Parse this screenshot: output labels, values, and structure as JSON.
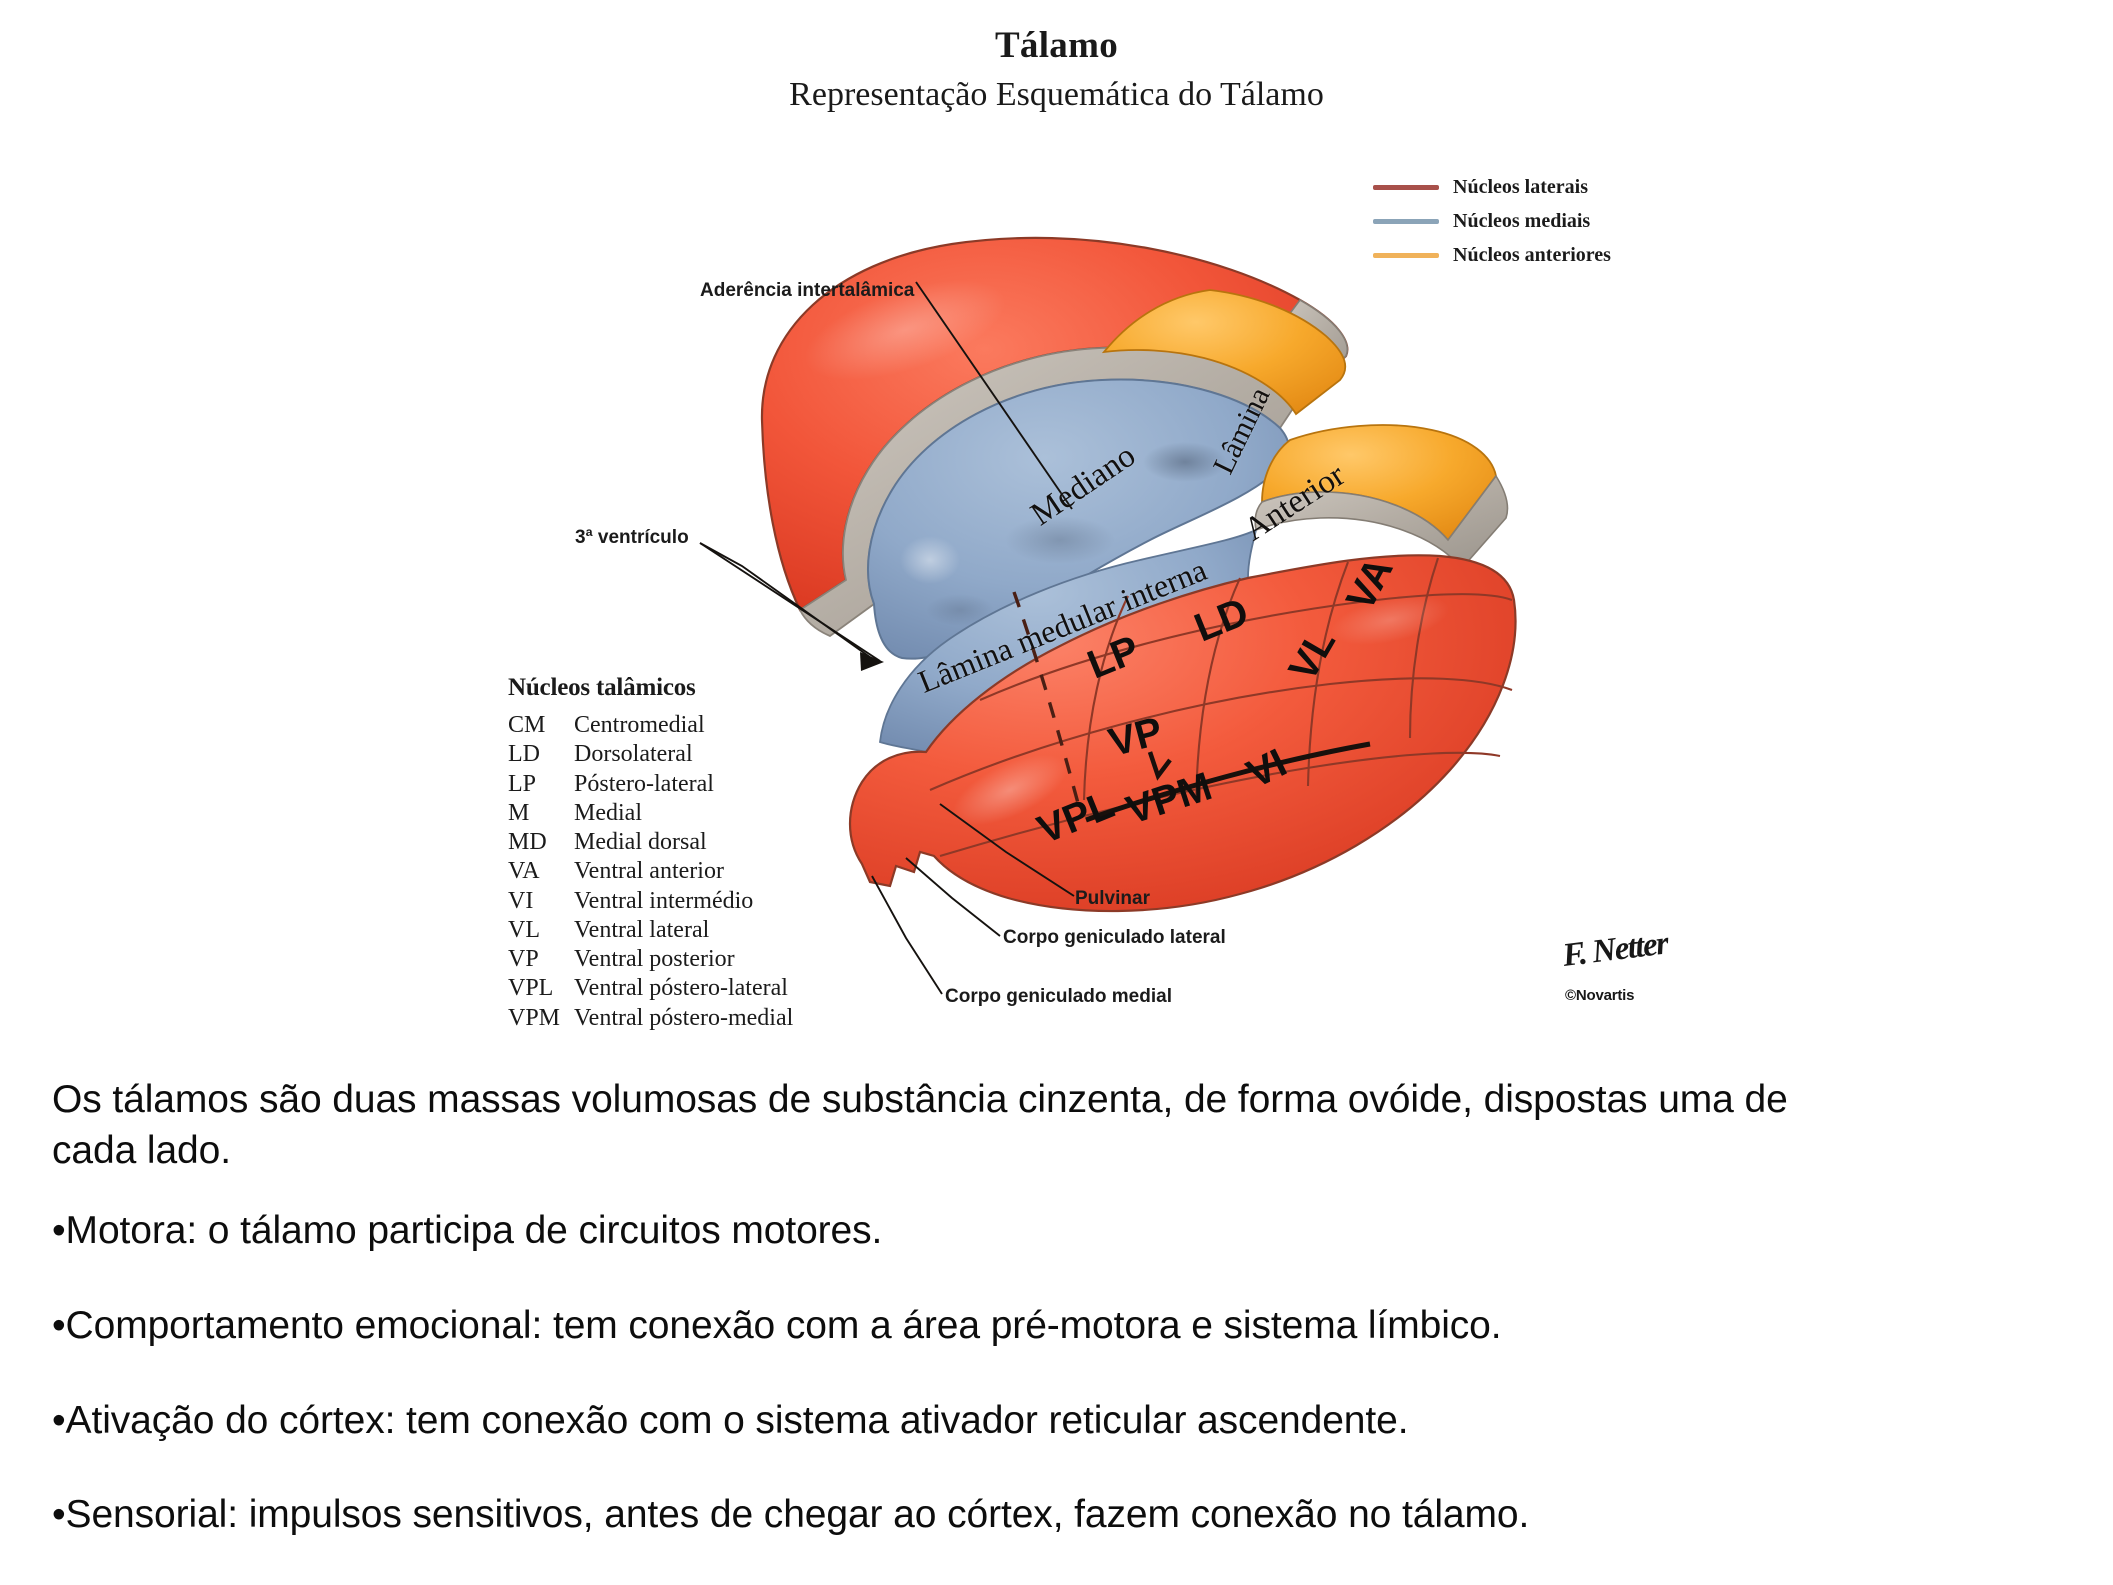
{
  "header": {
    "title": "Tálamo",
    "subtitle": "Representação Esquemática do Tálamo"
  },
  "legend": {
    "items": [
      {
        "label": "Núcleos laterais",
        "color": "#a8504a"
      },
      {
        "label": "Núcleos mediais",
        "color": "#8ba4b8"
      },
      {
        "label": "Núcleos anteriores",
        "color": "#f0b25a"
      }
    ]
  },
  "nuclei_key": {
    "title": "Núcleos talâmicos",
    "entries": [
      {
        "abbr": "CM",
        "name": "Centromedial"
      },
      {
        "abbr": "LD",
        "name": "Dorsolateral"
      },
      {
        "abbr": "LP",
        "name": "Póstero-lateral"
      },
      {
        "abbr": "M",
        "name": "Medial"
      },
      {
        "abbr": "MD",
        "name": "Medial dorsal"
      },
      {
        "abbr": "VA",
        "name": "Ventral anterior"
      },
      {
        "abbr": "VI",
        "name": "Ventral intermédio"
      },
      {
        "abbr": "VL",
        "name": "Ventral lateral"
      },
      {
        "abbr": "VP",
        "name": "Ventral posterior"
      },
      {
        "abbr": "VPL",
        "name": "Ventral póstero-lateral"
      },
      {
        "abbr": "VPM",
        "name": "Ventral póstero-medial"
      }
    ]
  },
  "callouts": {
    "aderencia": "Aderência intertalâmica",
    "ventriculo": "3ª ventrículo",
    "pulvinar": "Pulvinar",
    "corpo_geniculado_lateral": "Corpo geniculado lateral",
    "corpo_geniculado_medial": "Corpo geniculado medial"
  },
  "region_labels": {
    "mediano": "Mediano",
    "lamina": "Lâmina",
    "anterior": "Anterior",
    "lamina_medular_interna": "Lâmina medular interna"
  },
  "nucleus_labels": {
    "lp": "LP",
    "ld": "LD",
    "va": "VA",
    "vl": "VL",
    "vp": "VP",
    "vi": "VI",
    "vpl": "VPL",
    "vpm": "VPM"
  },
  "signature": {
    "mark": "F. Netter",
    "copyright": "©Novartis"
  },
  "illustration": {
    "colors": {
      "lateral_red": "#ee4930",
      "medial_blue": "#8fa8c8",
      "anterior_orange": "#f5a429",
      "lamina_gray": "#b9b3ac",
      "outline": "#7a3a2c"
    }
  },
  "body": {
    "lead": "Os tálamos são duas massas volumosas de substância cinzenta, de forma ovóide, dispostas uma de cada lado.",
    "bullets": [
      "•Motora: o tálamo participa de circuitos motores.",
      "•Comportamento emocional: tem conexão com a área pré-motora e sistema límbico.",
      "•Ativação do córtex: tem conexão com o sistema ativador reticular ascendente.",
      "•Sensorial: impulsos sensitivos, antes de chegar ao córtex, fazem conexão no tálamo."
    ]
  }
}
